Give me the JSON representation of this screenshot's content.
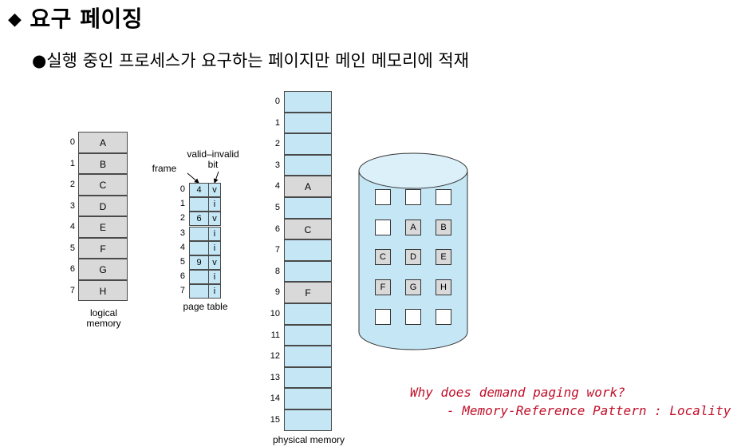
{
  "heading": {
    "bullet": "◆",
    "title": "요구 페이징"
  },
  "subtitle": "●실행  중인 프로세스가 요구하는 페이지만 메인 메모리에 적재",
  "logical_memory": {
    "caption": [
      "logical",
      "memory"
    ],
    "rows": [
      {
        "index": "0",
        "page": "A"
      },
      {
        "index": "1",
        "page": "B"
      },
      {
        "index": "2",
        "page": "C"
      },
      {
        "index": "3",
        "page": "D"
      },
      {
        "index": "4",
        "page": "E"
      },
      {
        "index": "5",
        "page": "F"
      },
      {
        "index": "6",
        "page": "G"
      },
      {
        "index": "7",
        "page": "H"
      }
    ]
  },
  "page_table": {
    "caption": "page table",
    "frame_label": "frame",
    "bit_label": [
      "valid–invalid",
      "bit"
    ],
    "rows": [
      {
        "index": "0",
        "frame": "4",
        "bit": "v"
      },
      {
        "index": "1",
        "frame": "",
        "bit": "i"
      },
      {
        "index": "2",
        "frame": "6",
        "bit": "v"
      },
      {
        "index": "3",
        "frame": "",
        "bit": "i"
      },
      {
        "index": "4",
        "frame": "",
        "bit": "i"
      },
      {
        "index": "5",
        "frame": "9",
        "bit": "v"
      },
      {
        "index": "6",
        "frame": "",
        "bit": "i"
      },
      {
        "index": "7",
        "frame": "",
        "bit": "i"
      }
    ]
  },
  "physical_memory": {
    "caption": "physical memory",
    "frames": [
      {
        "index": "0",
        "content": ""
      },
      {
        "index": "1",
        "content": ""
      },
      {
        "index": "2",
        "content": ""
      },
      {
        "index": "3",
        "content": ""
      },
      {
        "index": "4",
        "content": "A"
      },
      {
        "index": "5",
        "content": ""
      },
      {
        "index": "6",
        "content": "C"
      },
      {
        "index": "7",
        "content": ""
      },
      {
        "index": "8",
        "content": ""
      },
      {
        "index": "9",
        "content": "F"
      },
      {
        "index": "10",
        "content": ""
      },
      {
        "index": "11",
        "content": ""
      },
      {
        "index": "12",
        "content": ""
      },
      {
        "index": "13",
        "content": ""
      },
      {
        "index": "14",
        "content": ""
      },
      {
        "index": "15",
        "content": ""
      }
    ]
  },
  "backing_store": {
    "rows": [
      [
        "",
        "",
        ""
      ],
      [
        "",
        "A",
        "B"
      ],
      [
        "C",
        "D",
        "E"
      ],
      [
        "F",
        "G",
        "H"
      ],
      [
        "",
        "",
        ""
      ]
    ]
  },
  "note": {
    "line1": "Why does demand paging work?",
    "line2": "- Memory-Reference Pattern : Locality"
  },
  "colors": {
    "page_gray": "#d9d9d9",
    "frame_blue": "#c4e6f5",
    "note_red": "#c0102a"
  }
}
